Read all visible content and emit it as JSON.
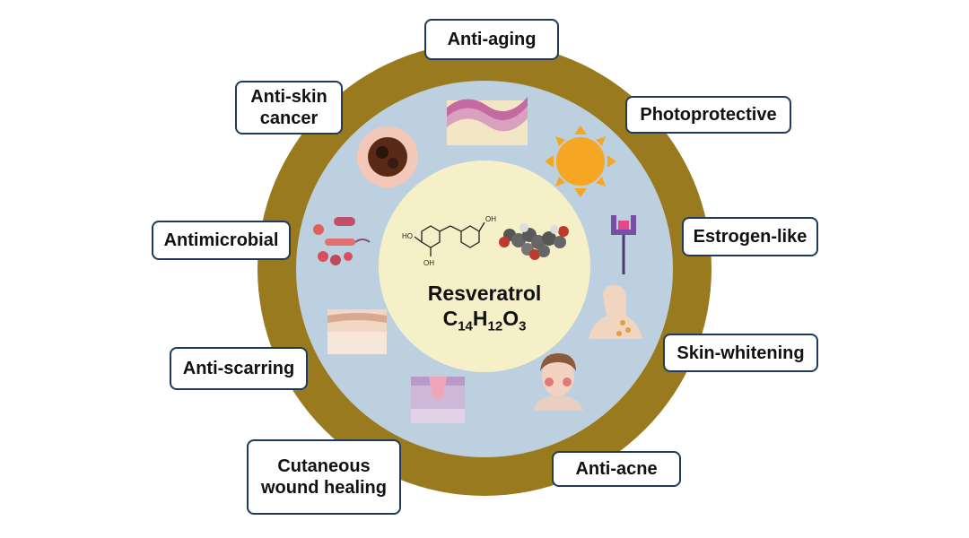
{
  "diagram": {
    "center": {
      "name": "Resveratrol",
      "formula": {
        "c": "C",
        "c_count": "14",
        "h": "H",
        "h_count": "12",
        "o": "O",
        "o_count": "3"
      },
      "structure_labels": {
        "oh_top": "OH",
        "ho_left": "HO",
        "oh_bottom": "OH"
      }
    },
    "labels": {
      "anti_aging": "Anti-aging",
      "photoprotective": "Photoprotective",
      "estrogen_like": "Estrogen-like",
      "skin_whitening": "Skin-whitening",
      "anti_acne": "Anti-acne",
      "wound_healing": "Cutaneous\nwound healing",
      "anti_scarring": "Anti-scarring",
      "antimicrobial": "Antimicrobial",
      "anti_skin_cancer": "Anti-skin\ncancer"
    },
    "colors": {
      "outer_ring": "#9a7a1e",
      "inner_disk": "#bdd0e0",
      "center_disk": "#f5f0c8",
      "label_border": "#1f3a5a"
    },
    "icons": [
      "skin-layers-icon",
      "sun-icon",
      "estrogen-receptor-icon",
      "neck-spots-icon",
      "acne-face-icon",
      "wound-skin-icon",
      "scar-skin-icon",
      "microbes-icon",
      "melanoma-icon",
      "molecule-3d-icon"
    ]
  }
}
